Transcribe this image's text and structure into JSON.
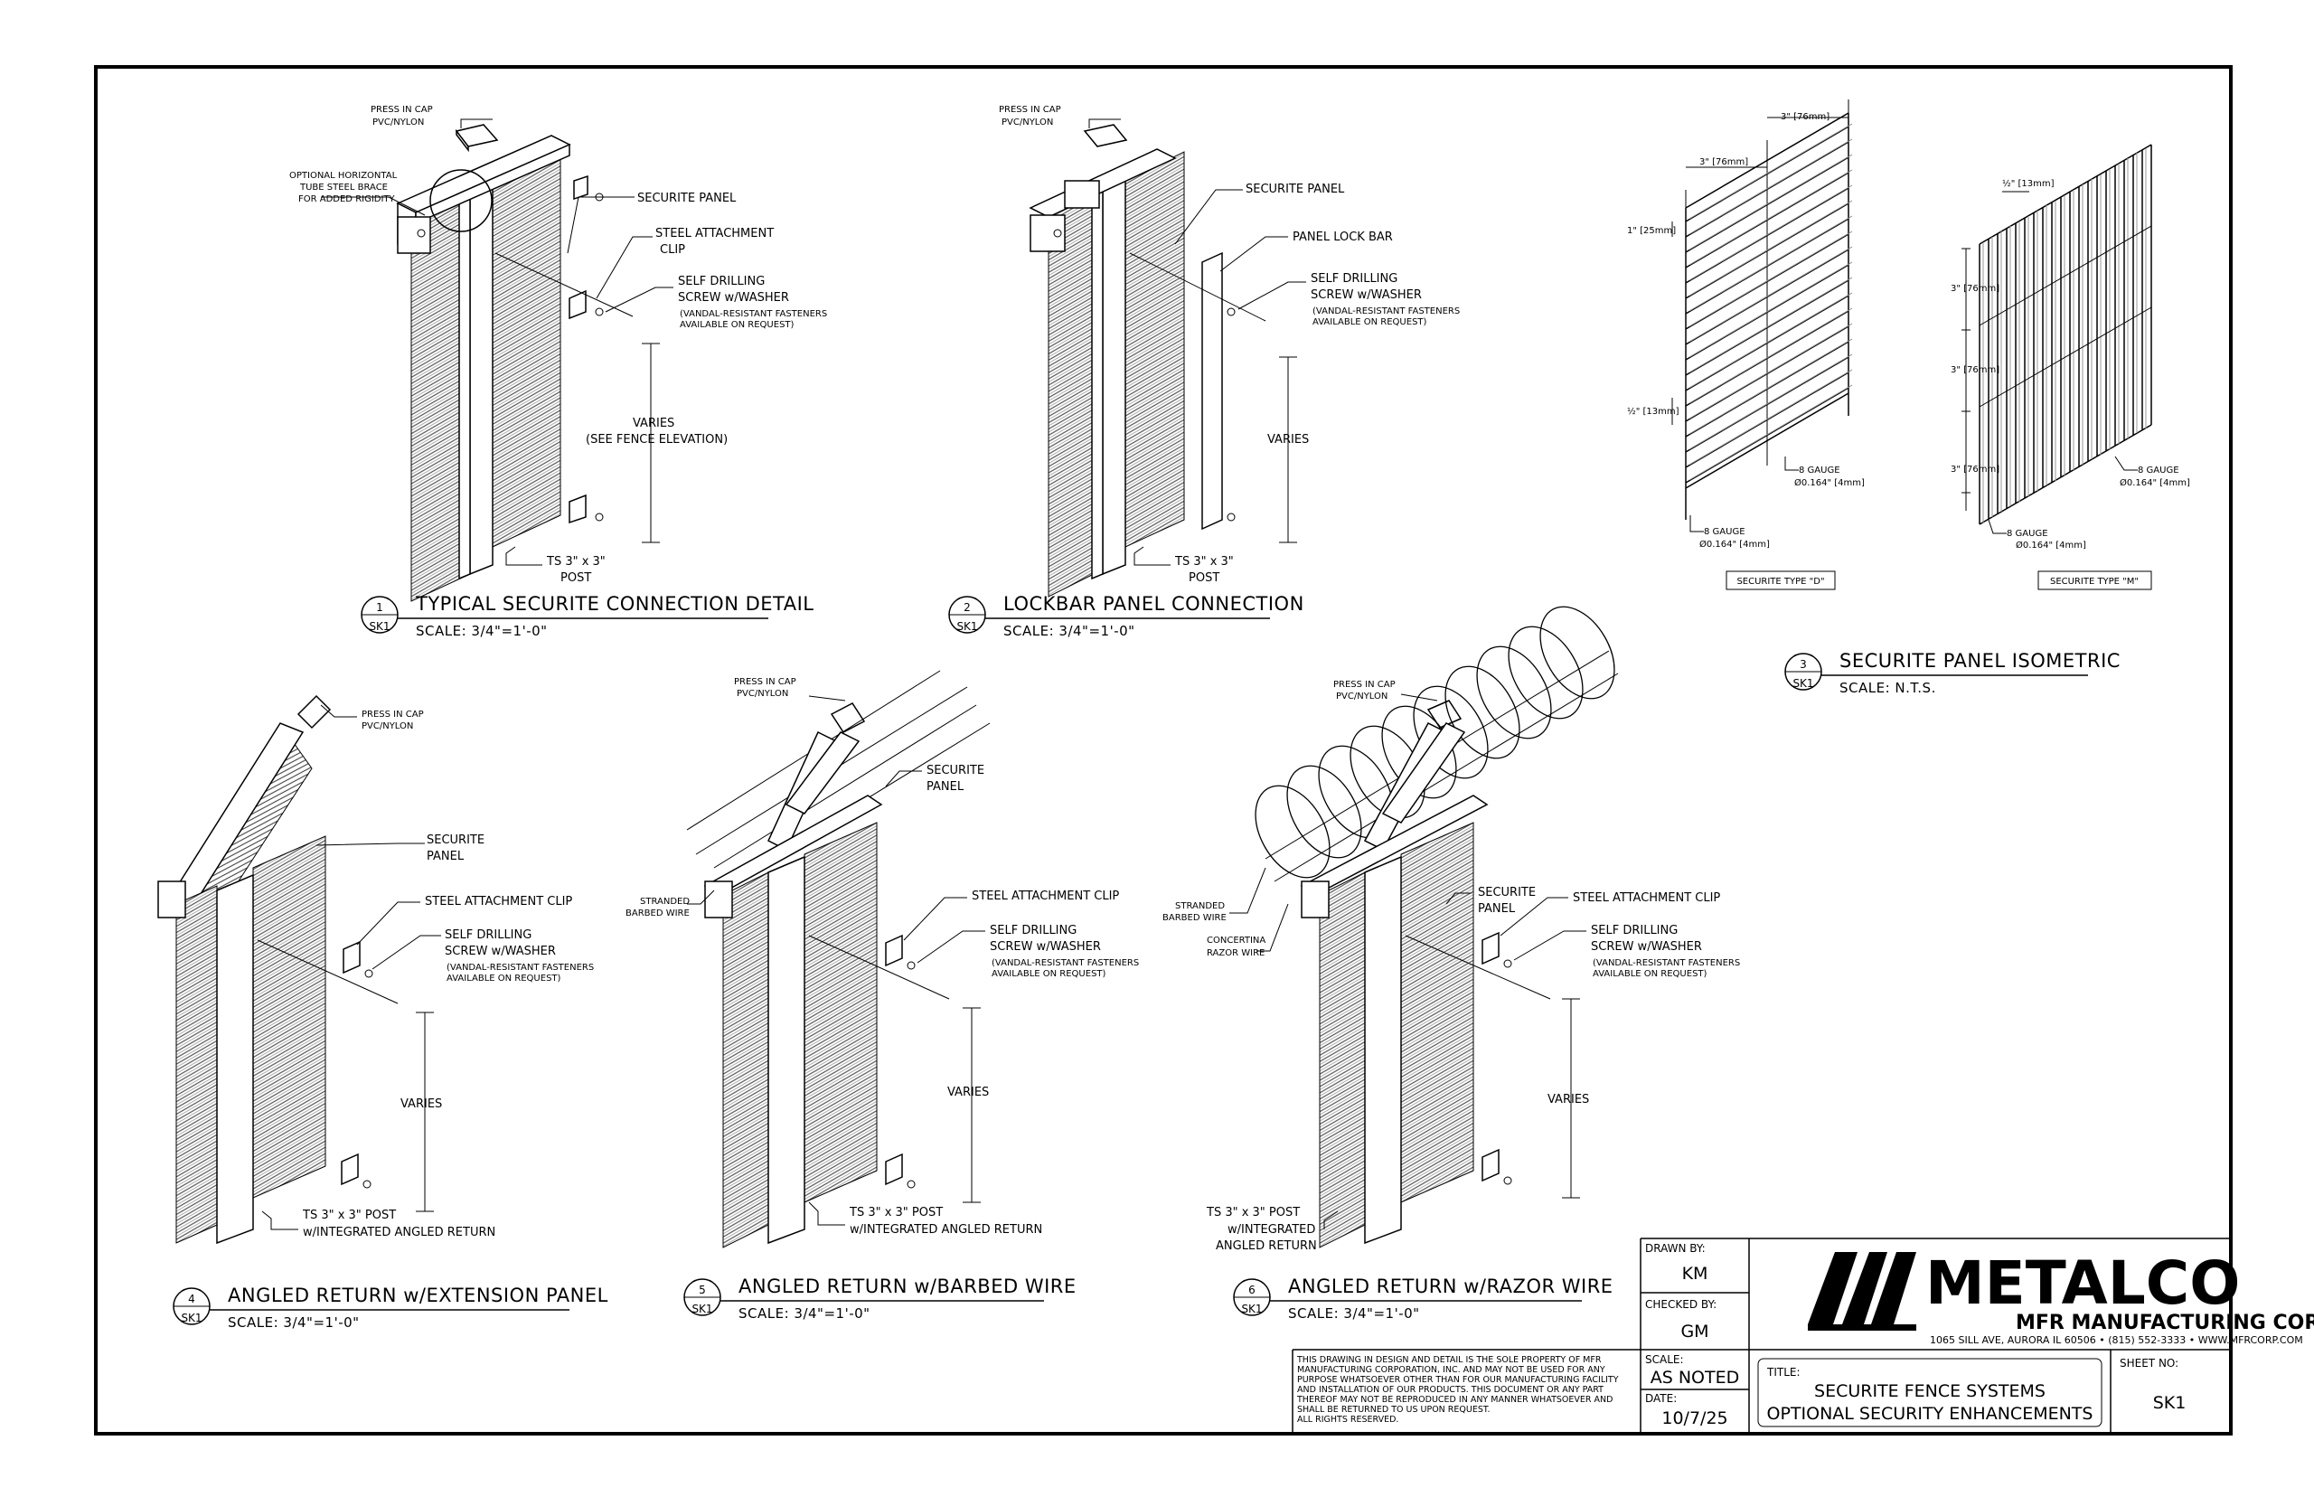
{
  "details": {
    "d1": {
      "number": "1",
      "sheet": "SK1",
      "title": "TYPICAL SECURITE CONNECTION DETAIL",
      "scale": "SCALE:  3/4\"=1'-0\"",
      "labels": {
        "cap1": "PRESS IN CAP",
        "cap2": "PVC/NYLON",
        "brace1": "OPTIONAL HORIZONTAL",
        "brace2": "TUBE STEEL BRACE",
        "brace3": "FOR ADDED RIGIDITY",
        "panel": "SECURITE PANEL",
        "clip1": "STEEL ATTACHMENT",
        "clip2": "CLIP",
        "screw1": "SELF DRILLING",
        "screw2": "SCREW w/WASHER",
        "vandal1": "(VANDAL-RESISTANT FASTENERS",
        "vandal2": "AVAILABLE ON REQUEST)",
        "varies1": "VARIES",
        "varies2": "(SEE FENCE ELEVATION)",
        "post1": "TS 3\" x 3\"",
        "post2": "POST"
      }
    },
    "d2": {
      "number": "2",
      "sheet": "SK1",
      "title": "LOCKBAR PANEL CONNECTION",
      "scale": "SCALE:  3/4\"=1'-0\"",
      "labels": {
        "cap1": "PRESS IN CAP",
        "cap2": "PVC/NYLON",
        "panel": "SECURITE PANEL",
        "lockbar": "PANEL LOCK BAR",
        "screw1": "SELF DRILLING",
        "screw2": "SCREW w/WASHER",
        "vandal1": "(VANDAL-RESISTANT FASTENERS",
        "vandal2": "AVAILABLE ON REQUEST)",
        "varies": "VARIES",
        "post1": "TS 3\" x 3\"",
        "post2": "POST"
      }
    },
    "d3": {
      "number": "3",
      "sheet": "SK1",
      "title": "SECURITE PANEL ISOMETRIC",
      "scale": "SCALE:  N.T.S.",
      "type_d": "SECURITE TYPE \"D\"",
      "type_m": "SECURITE TYPE \"M\"",
      "dims": {
        "d_top1": "3\" [76mm]",
        "d_top2": "3\" [76mm]",
        "d_1in": "1\" [25mm]",
        "d_half": "½\" [13mm]",
        "d_gauge1a": "8 GAUGE",
        "d_gauge1b": "Ø0.164\" [4mm]",
        "d_gauge2a": "8 GAUGE",
        "d_gauge2b": "Ø0.164\" [4mm]",
        "m_half": "½\" [13mm]",
        "m_3a": "3\" [76mm]",
        "m_3b": "3\" [76mm]",
        "m_3c": "3\" [76mm]",
        "m_gauge1a": "8 GAUGE",
        "m_gauge1b": "Ø0.164\" [4mm]",
        "m_gauge2a": "8 GAUGE",
        "m_gauge2b": "Ø0.164\" [4mm]"
      }
    },
    "d4": {
      "number": "4",
      "sheet": "SK1",
      "title": "ANGLED RETURN w/EXTENSION PANEL",
      "scale": "SCALE:  3/4\"=1'-0\"",
      "labels": {
        "cap1": "PRESS IN CAP",
        "cap2": "PVC/NYLON",
        "panel1": "SECURITE",
        "panel2": "PANEL",
        "clip": "STEEL ATTACHMENT CLIP",
        "screw1": "SELF DRILLING",
        "screw2": "SCREW w/WASHER",
        "vandal1": "(VANDAL-RESISTANT FASTENERS",
        "vandal2": "AVAILABLE ON REQUEST)",
        "varies": "VARIES",
        "post1": "TS 3\" x 3\" POST",
        "post2": "w/INTEGRATED ANGLED RETURN"
      }
    },
    "d5": {
      "number": "5",
      "sheet": "SK1",
      "title": "ANGLED RETURN w/BARBED WIRE",
      "scale": "SCALE:  3/4\"=1'-0\"",
      "labels": {
        "cap1": "PRESS IN CAP",
        "cap2": "PVC/NYLON",
        "panel1": "SECURITE",
        "panel2": "PANEL",
        "barbed1": "STRANDED",
        "barbed2": "BARBED WIRE",
        "clip": "STEEL ATTACHMENT CLIP",
        "screw1": "SELF DRILLING",
        "screw2": "SCREW w/WASHER",
        "vandal1": "(VANDAL-RESISTANT FASTENERS",
        "vandal2": "AVAILABLE ON REQUEST)",
        "varies": "VARIES",
        "post1": "TS 3\" x 3\" POST",
        "post2": "w/INTEGRATED ANGLED RETURN"
      }
    },
    "d6": {
      "number": "6",
      "sheet": "SK1",
      "title": "ANGLED RETURN w/RAZOR WIRE",
      "scale": "SCALE:  3/4\"=1'-0\"",
      "labels": {
        "cap1": "PRESS IN CAP",
        "cap2": "PVC/NYLON",
        "barbed1": "STRANDED",
        "barbed2": "BARBED WIRE",
        "razor1": "CONCERTINA",
        "razor2": "RAZOR WIRE",
        "panel1": "SECURITE",
        "panel2": "PANEL",
        "clip": "STEEL ATTACHMENT CLIP",
        "screw1": "SELF DRILLING",
        "screw2": "SCREW w/WASHER",
        "vandal1": "(VANDAL-RESISTANT FASTENERS",
        "vandal2": "AVAILABLE ON REQUEST)",
        "varies": "VARIES",
        "post1": "TS 3\" x 3\" POST",
        "post2": "w/INTEGRATED",
        "post3": "ANGLED RETURN"
      }
    }
  },
  "title_block": {
    "drawn_by_label": "DRAWN BY:",
    "drawn_by": "KM",
    "checked_by_label": "CHECKED BY:",
    "checked_by": "GM",
    "scale_label": "SCALE:",
    "scale": "AS NOTED",
    "date_label": "DATE:",
    "date": "10/7/25",
    "title_label": "TITLE:",
    "title_line1": "SECURITE FENCE SYSTEMS",
    "title_line2": "OPTIONAL SECURITY ENHANCEMENTS",
    "sheet_no_label": "SHEET NO:",
    "sheet_no": "SK1",
    "company": "METALCO",
    "company_sub": "MFR MANUFACTURING CORP.",
    "address": "1065 SILL AVE, AURORA IL 60506 • (815) 552-3333 • WWW.MFRCORP.COM",
    "disclaimer": [
      "THIS DRAWING IN DESIGN AND DETAIL IS THE SOLE PROPERTY OF MFR",
      "MANUFACTURING CORPORATION, INC. AND MAY NOT BE USED FOR ANY",
      "PURPOSE WHATSOEVER OTHER THAN FOR OUR MANUFACTURING FACILITY",
      "AND INSTALLATION OF OUR PRODUCTS. THIS DOCUMENT OR ANY PART",
      "THEREOF MAY NOT BE REPRODUCED IN ANY MANNER WHATSOEVER AND",
      "SHALL BE RETURNED TO US UPON REQUEST.",
      "ALL RIGHTS RESERVED."
    ]
  }
}
